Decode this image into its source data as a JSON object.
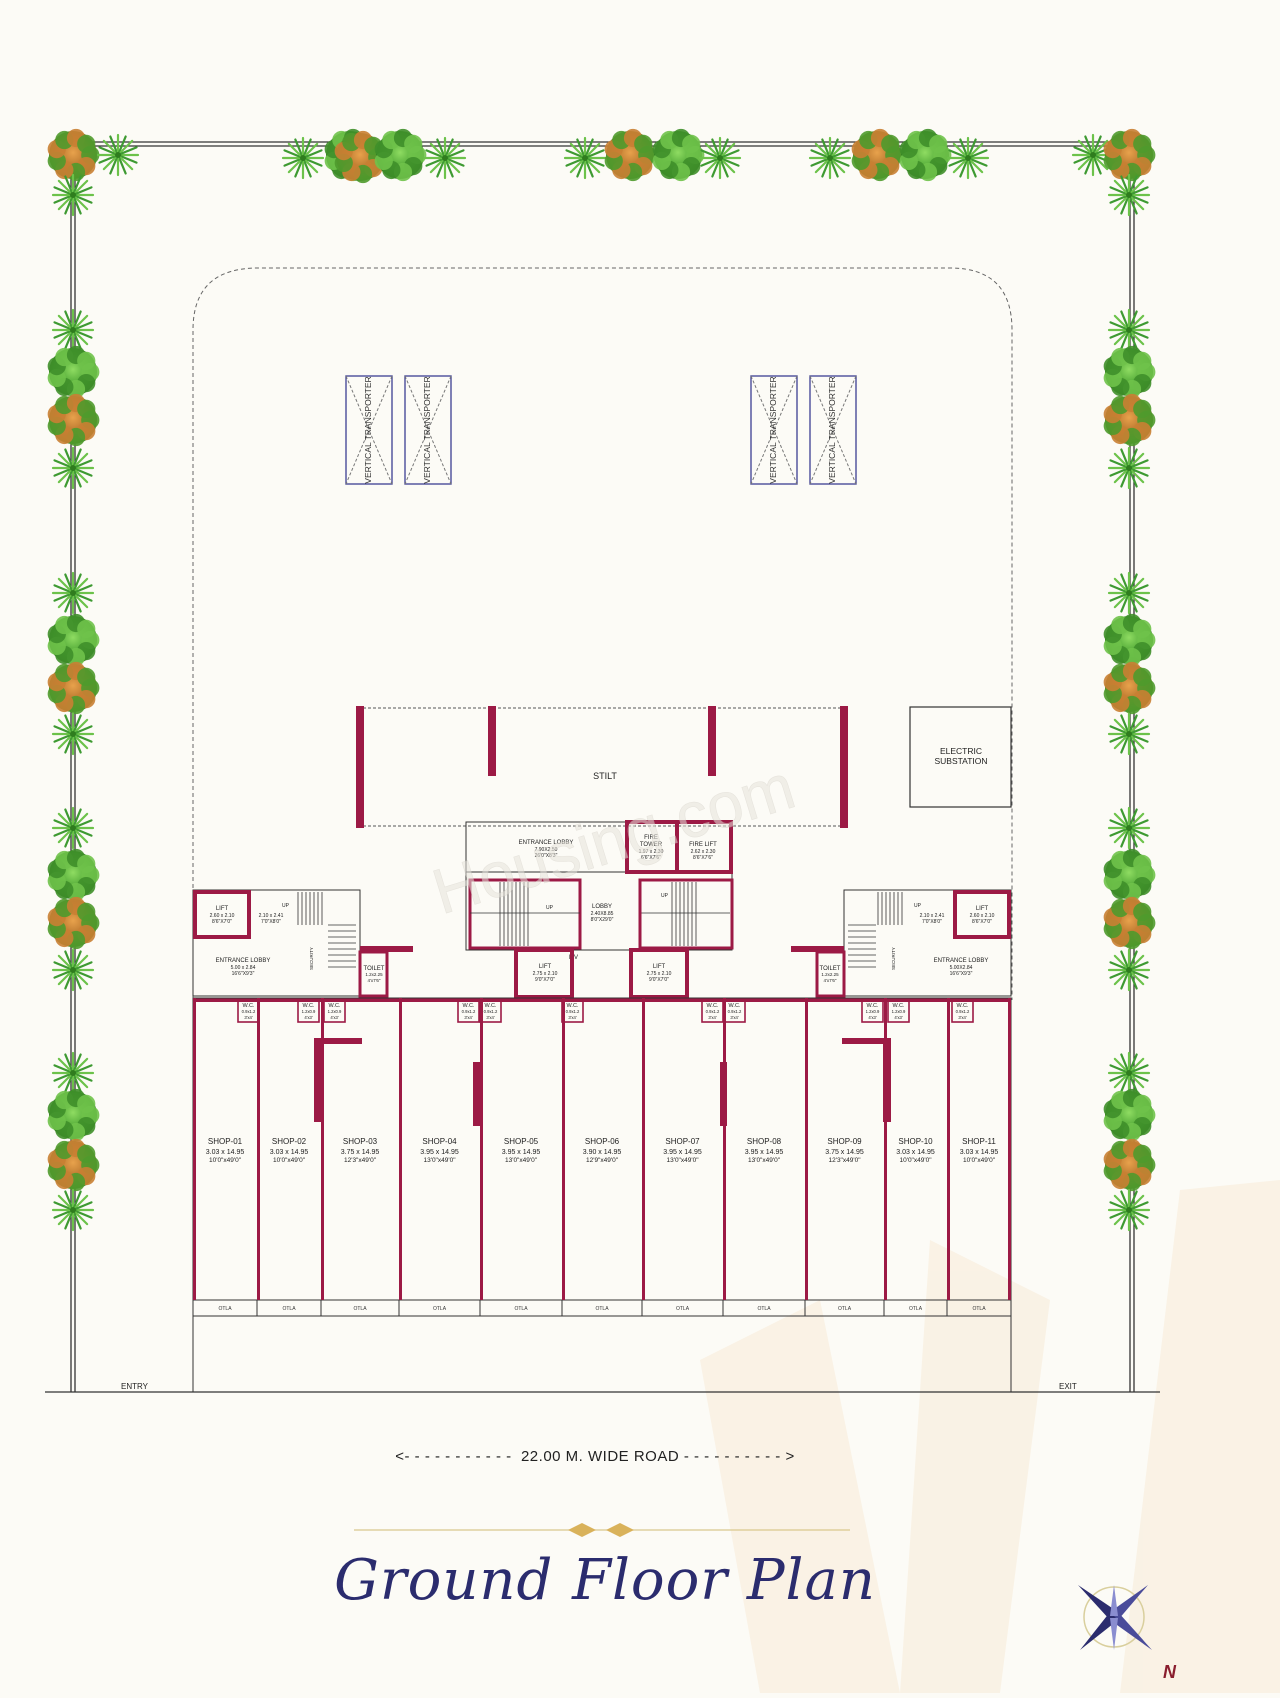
{
  "title": "Ground Floor Plan",
  "road_label": "<- - - - - - - - - - -  22.00 M. WIDE ROAD - - - - - - - - - - >",
  "watermark": "Housing.com",
  "entry_label": "ENTRY",
  "exit_label": "EXIT",
  "stilt_label": "STILT",
  "electric_substation": [
    "ELECTRIC",
    "SUBSTATION"
  ],
  "transporters": [
    "VERTICAL TRANSPORTER",
    "VERTICAL TRANSPORTER",
    "VERTICAL TRANSPORTER",
    "VERTICAL TRANSPORTER"
  ],
  "core": {
    "entrance_lobby": [
      "ENTRANCE LOBBY",
      "7.90X2.50",
      "26'0\"X8'3\""
    ],
    "fire_tower": [
      "FIRE",
      "TOWER",
      "1.97 x 2.30",
      "6'6\"X7'6\""
    ],
    "fire_lift": [
      "FIRE LIFT",
      "2.62 x 2.30",
      "8'6\"X7'6\""
    ],
    "lobby": [
      "LOBBY",
      "2.40X8.85",
      "8'0\"X29'0\""
    ],
    "lift_left": [
      "LIFT",
      "2.75 x 2.10",
      "9'0\"X7'0\""
    ],
    "lift_right": [
      "LIFT",
      "2.75 x 2.10",
      "9'0\"X7'0\""
    ],
    "lv": "L.V",
    "up": "UP"
  },
  "left_wing": {
    "lift": [
      "LIFT",
      "2.60 x 2.10",
      "8'6\"X7'0\""
    ],
    "stair": [
      "2.10 x 2.41",
      "7'0\"X8'0\""
    ],
    "entrance_lobby": [
      "ENTRANCE LOBBY",
      "5.00 x 2.84",
      "16'6\"X9'3\""
    ],
    "security": "SECURITY",
    "toilet": [
      "TOILET",
      "1.2x2.25",
      "4'x7'6\""
    ],
    "up": "UP"
  },
  "right_wing": {
    "lift": [
      "LIFT",
      "2.60 x 2.10",
      "8'6\"X7'0\""
    ],
    "stair": [
      "2.10 x 2.41",
      "7'0\"X8'0\""
    ],
    "entrance_lobby": [
      "ENTRANCE LOBBY",
      "5.00X2.84",
      "16'6\"X9'3\""
    ],
    "security": "SECURITY",
    "toilet": [
      "TOILET",
      "1.2x2.25",
      "4'x7'6\""
    ],
    "up": "UP"
  },
  "wc_labels": [
    [
      "W.C.",
      "0.9x1.2",
      "3'x4'"
    ],
    [
      "W.C.",
      "1.2x0.9",
      "4'x3'"
    ],
    [
      "W.C.",
      "1.2x0.9",
      "4'x3'"
    ],
    [
      "W.C.",
      "0.9x1.2",
      "3'x4'"
    ],
    [
      "W.C.",
      "0.9x1.2",
      "3'x4'"
    ],
    [
      "W.C.",
      "0.9x1.2",
      "3'x4'"
    ],
    [
      "W.C.",
      "0.9x1.2",
      "3'x4'"
    ],
    [
      "W.C.",
      "0.9x1.2",
      "3'x4'"
    ],
    [
      "W.C.",
      "1.2x0.9",
      "4'x3'"
    ],
    [
      "W.C.",
      "1.2x0.9",
      "4'x3'"
    ],
    [
      "W.C.",
      "0.9x1.2",
      "3'x4'"
    ]
  ],
  "shops": [
    {
      "name": "SHOP-01",
      "metric": "3.03 x 14.95",
      "imperial": "10'0\"x49'0\""
    },
    {
      "name": "SHOP-02",
      "metric": "3.03 x 14.95",
      "imperial": "10'0\"x49'0\""
    },
    {
      "name": "SHOP-03",
      "metric": "3.75 x 14.95",
      "imperial": "12'3\"x49'0\""
    },
    {
      "name": "SHOP-04",
      "metric": "3.95 x 14.95",
      "imperial": "13'0\"x49'0\""
    },
    {
      "name": "SHOP-05",
      "metric": "3.95 x 14.95",
      "imperial": "13'0\"x49'0\""
    },
    {
      "name": "SHOP-06",
      "metric": "3.90 x 14.95",
      "imperial": "12'9\"x49'0\""
    },
    {
      "name": "SHOP-07",
      "metric": "3.95 x 14.95",
      "imperial": "13'0\"x49'0\""
    },
    {
      "name": "SHOP-08",
      "metric": "3.95 x 14.95",
      "imperial": "13'0\"x49'0\""
    },
    {
      "name": "SHOP-09",
      "metric": "3.75 x 14.95",
      "imperial": "12'3\"x49'0\""
    },
    {
      "name": "SHOP-10",
      "metric": "3.03 x 14.95",
      "imperial": "10'0\"x49'0\""
    },
    {
      "name": "SHOP-11",
      "metric": "3.03 x 14.95",
      "imperial": "10'0\"x49'0\""
    }
  ],
  "otla_label": "OTLA",
  "compass_label": "N",
  "colors": {
    "wall": "#9c1a45",
    "title": "#2b2c6e",
    "tree_dark": "#2f7d1e",
    "tree_light": "#6cc24a",
    "tree_orange": "#d8873a",
    "ornament": "#d9b25a"
  }
}
